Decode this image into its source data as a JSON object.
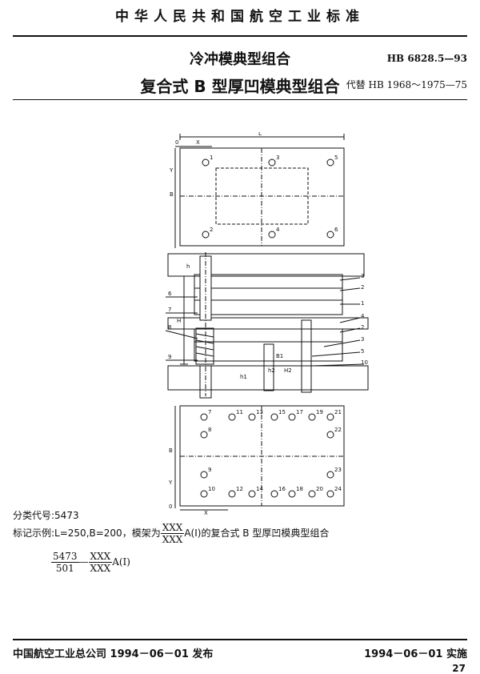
{
  "header": {
    "standard_org": "中华人民共和国航空工业标准"
  },
  "title": {
    "line1": "冷冲模典型组合",
    "line2": "复合式 B 型厚凹模典型组合",
    "standard_no": "HB 6828.5—93",
    "replaces": "代替 HB 1968～1975—75"
  },
  "figure": {
    "top_labels": {
      "L": "L",
      "B": "B",
      "X": "X",
      "Y": "Y",
      "zero": "0"
    },
    "top_holes": [
      "1",
      "2",
      "3",
      "4",
      "5",
      "6"
    ],
    "side_labels": [
      "3",
      "2",
      "1",
      "4",
      "2",
      "3",
      "5",
      "10",
      "6",
      "7",
      "8",
      "9",
      "H",
      "h",
      "h1",
      "h2",
      "H2",
      "B1"
    ],
    "bottom_holes": [
      "7",
      "11",
      "13",
      "15",
      "17",
      "19",
      "21",
      "8",
      "22",
      "9",
      "23",
      "10",
      "12",
      "14",
      "16",
      "18",
      "20",
      "24"
    ],
    "bottom_labels": {
      "B": "B",
      "Y": "Y",
      "X": "X",
      "zero": "0"
    }
  },
  "body": {
    "class_code": "分类代号:5473",
    "example_prefix": "标记示例:L=250,B=200，模架为",
    "frac_num": "XXX",
    "frac_den": "XXX",
    "example_suffix": "A(I)的复合式 B 型厚凹模典型组合",
    "code_num": "5473",
    "code_den": "501",
    "code_sep": "—",
    "code_frac_num": "XXX",
    "code_frac_den": "XXX",
    "code_suffix": "A(I)"
  },
  "footer": {
    "issuer": "中国航空工业总公司 1994－06－01 发布",
    "implement": "1994－06－01 实施",
    "page": "27"
  }
}
